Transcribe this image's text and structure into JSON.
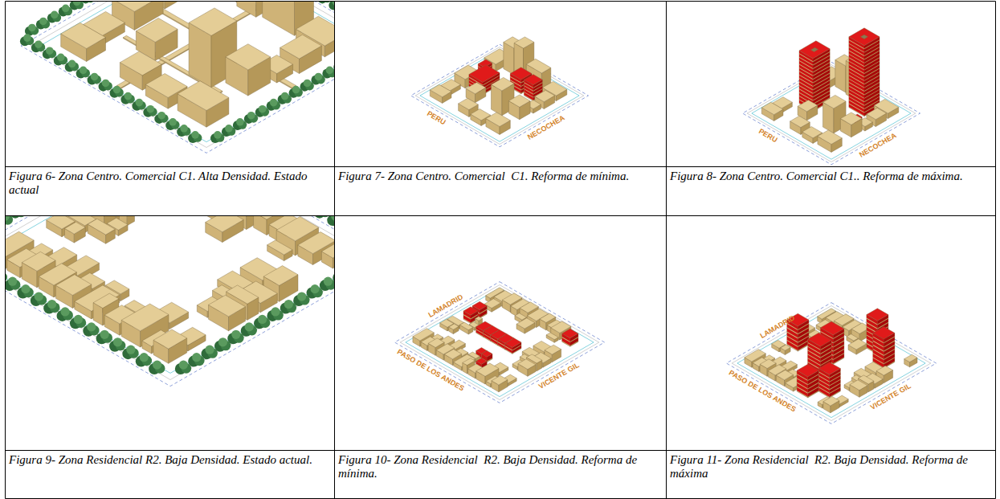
{
  "diagram": {
    "labels": [
      "Figura 6- Zona Centro. Comercial C1. Alta Densidad. Estado actual",
      "Figura 7- Zona Centro. Comercial  C1. Reforma de mínima.",
      "Figura 8- Zona Centro. Comercial C1.. Reforma de máxima.",
      "Figura 9- Zona Residencial R2. Baja Densidad. Estado actual.",
      "Figura 10- Zona Residencial  R2. Baja Densidad. Reforma de mínima.",
      "Figura 11- Zona Residencial  R2. Baja Densidad. Reforma de máxima",
      "PERU",
      "NECOCHEA",
      "PERU",
      "NECOCHEA",
      "LAMADRID",
      "PASO DE LOS ANDES",
      "VICENTE GIL",
      "LAMADRID",
      "PASO DE LOS ANDES",
      "VICENTE GIL"
    ]
  }
}
